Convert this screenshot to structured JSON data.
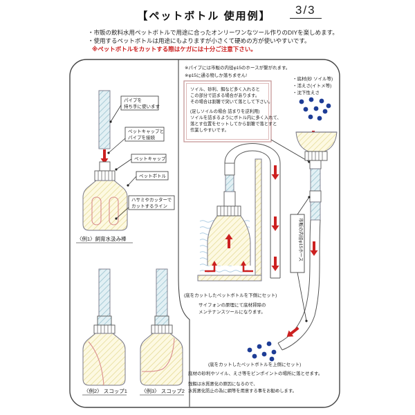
{
  "header": {
    "title": "【ペットボトル 使用例】",
    "page": "3/3",
    "bullets": [
      "・市販の飲料水用ペットボトルで用途に合ったオンリーワンなツール作りのDIYを楽しめます。",
      "・使用するペットボトルは用途にもよりますが小さくて硬めの方が使いやすいです。"
    ],
    "warning": "※ペットボトルをカットする際はケガには十分ご注意下さい。"
  },
  "left_panel": {
    "label_pipe_1": "パイプを",
    "label_pipe_2": "持ち手に使います",
    "label_connect_1": "ペットキャップと",
    "label_connect_2": "パイプを接続",
    "label_cap": "ペットキャップ",
    "label_bottle": "ペットボトル",
    "label_cut_1": "ハサミやカッターで",
    "label_cut_2": "カットするライン",
    "caption_example1": "〈例1〉飼育水汲み棒",
    "caption_example2": "〈例2〉 スコップ1",
    "caption_example3": "〈例3〉 スコップ2"
  },
  "right_panel": {
    "note_hose": "※パイプには市販の内径φ15のホースが繋がれます。",
    "note_drop": "※φ15に通る物しか落ちません!",
    "pink_box_lines": [
      "ソイル、砂利、餌など多く入れると",
      "この部分で詰まる場合があります。",
      "その場合は割箸で突いて落として下さい。",
      "(足しソイルの場合 詰まりを逆利用)",
      "ソイルを詰まるようにボトル内に多く入れて、",
      "落とす位置をセットしてから割箸で落とすと",
      "作業しやすいです。"
    ],
    "materials": [
      "・底材(砂 ソイル等)",
      "・活えさ(イトメ等)",
      "・沈下性えさ"
    ],
    "hose_label": "市販の内径φ15ホース",
    "caption_siphon": "(底をカットしたペットボトルを下側にセット)",
    "siphon_note_1": "サイフォンの原理にて底材掃除の",
    "siphon_note_2": "メンテナンスツールになります。",
    "caption_drop": "(底をカットしたペットボトルを上側にセット)",
    "drop_note": "底材の砂利やソイル、えさ等をピンポイントの場所に落とせます。",
    "warning_1": "残餌は水質悪化の原因になるので、",
    "warning_2": "水質悪化防止の為に網等を用意する事をお勧めします。"
  },
  "colors": {
    "arrow_red": "#cc2020",
    "warning_red": "#cc2222",
    "dot_blue": "#1e3d96",
    "cut_pink": "#d98c8c",
    "pipe_blue_bg": "#e2f0f4",
    "bottle_yellow_bg": "#fdf9e2",
    "border_dark": "#444444"
  }
}
